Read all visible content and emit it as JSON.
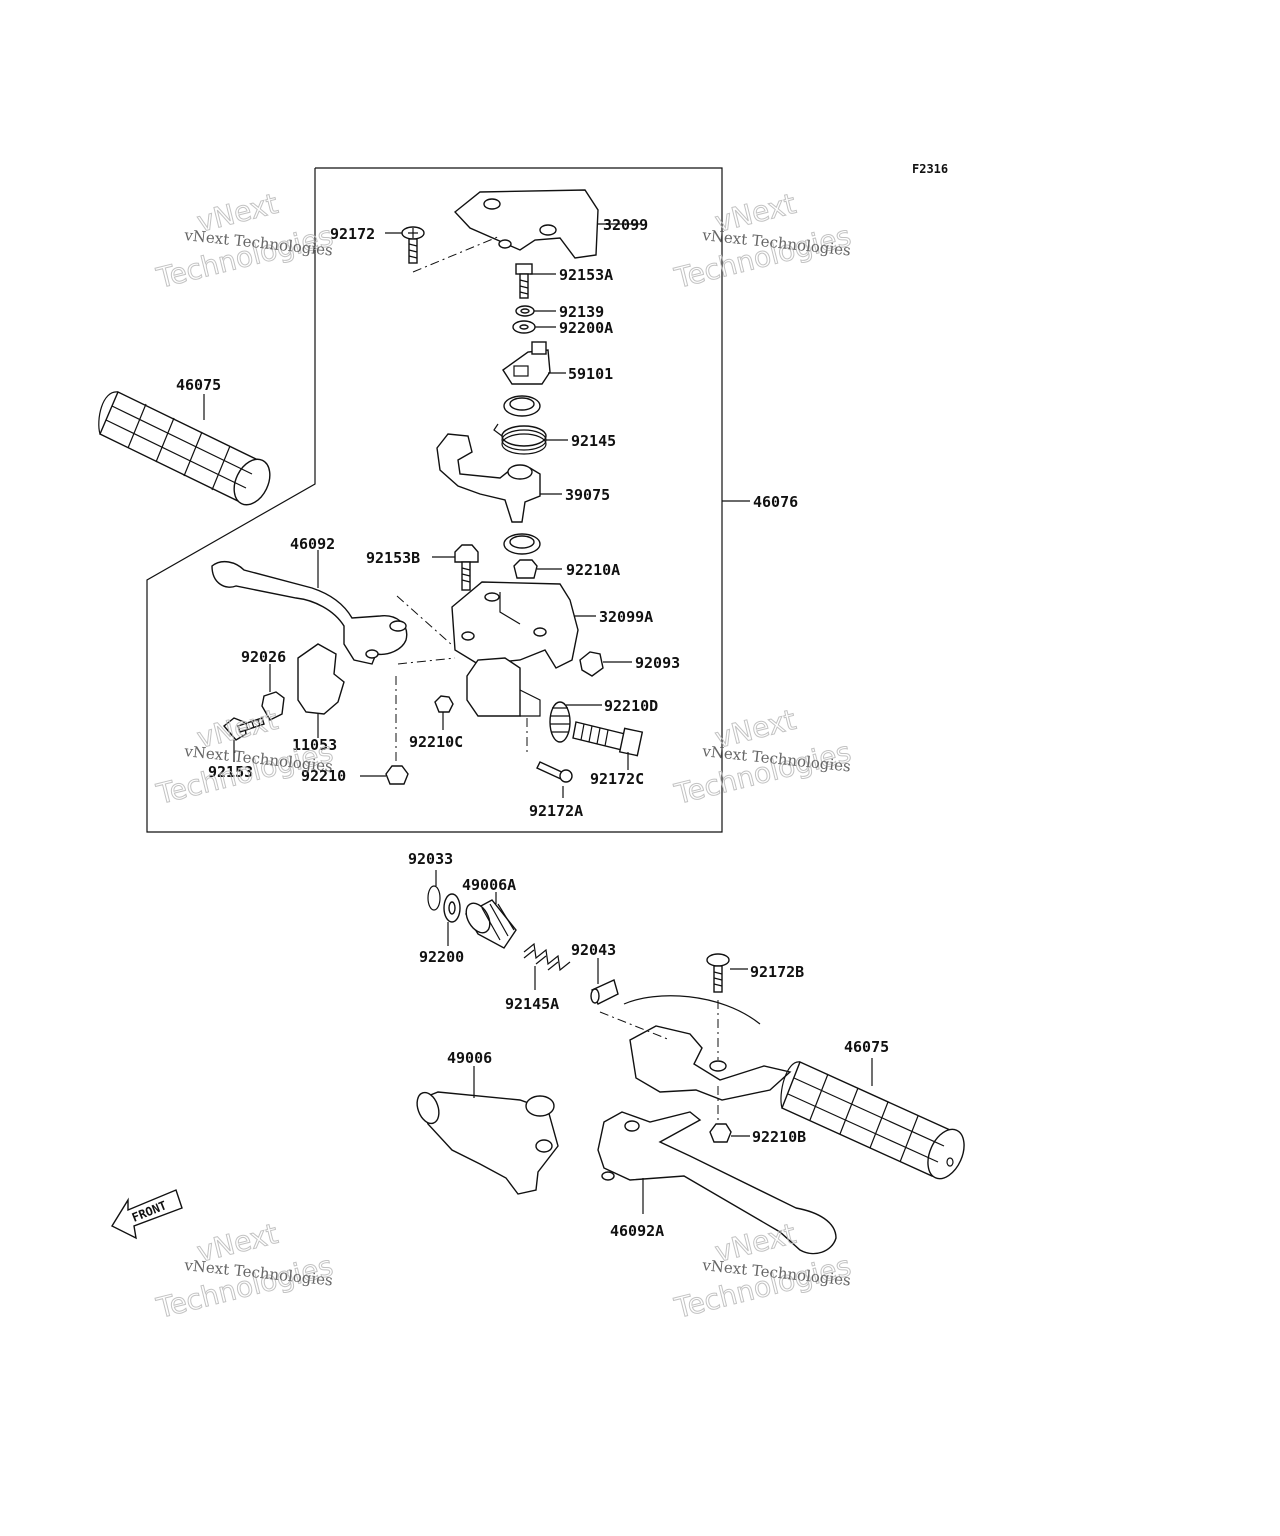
{
  "figure_code": "F2316",
  "watermark": {
    "line1": "vNext Technologies",
    "line2": "vNext",
    "line3": "Technologies"
  },
  "front_label": "FRONT",
  "part_labels": {
    "p92172": "92172",
    "p32099": "32099",
    "p92153A": "92153A",
    "p92139": "92139",
    "p92200A": "92200A",
    "p59101": "59101",
    "p92145": "92145",
    "p39075": "39075",
    "p46076": "46076",
    "p46075_top": "46075",
    "p46092": "46092",
    "p92153B": "92153B",
    "p92210A": "92210A",
    "p32099A": "32099A",
    "p92093": "92093",
    "p92026": "92026",
    "p92210D": "92210D",
    "p11053": "11053",
    "p92210C": "92210C",
    "p92153": "92153",
    "p92210": "92210",
    "p92172C": "92172C",
    "p92172A": "92172A",
    "p92033": "92033",
    "p49006A": "49006A",
    "p92200": "92200",
    "p92043": "92043",
    "p92145A": "92145A",
    "p92172B": "92172B",
    "p49006": "49006",
    "p46075_bottom": "46075",
    "p92210B": "92210B",
    "p46092A": "46092A"
  }
}
